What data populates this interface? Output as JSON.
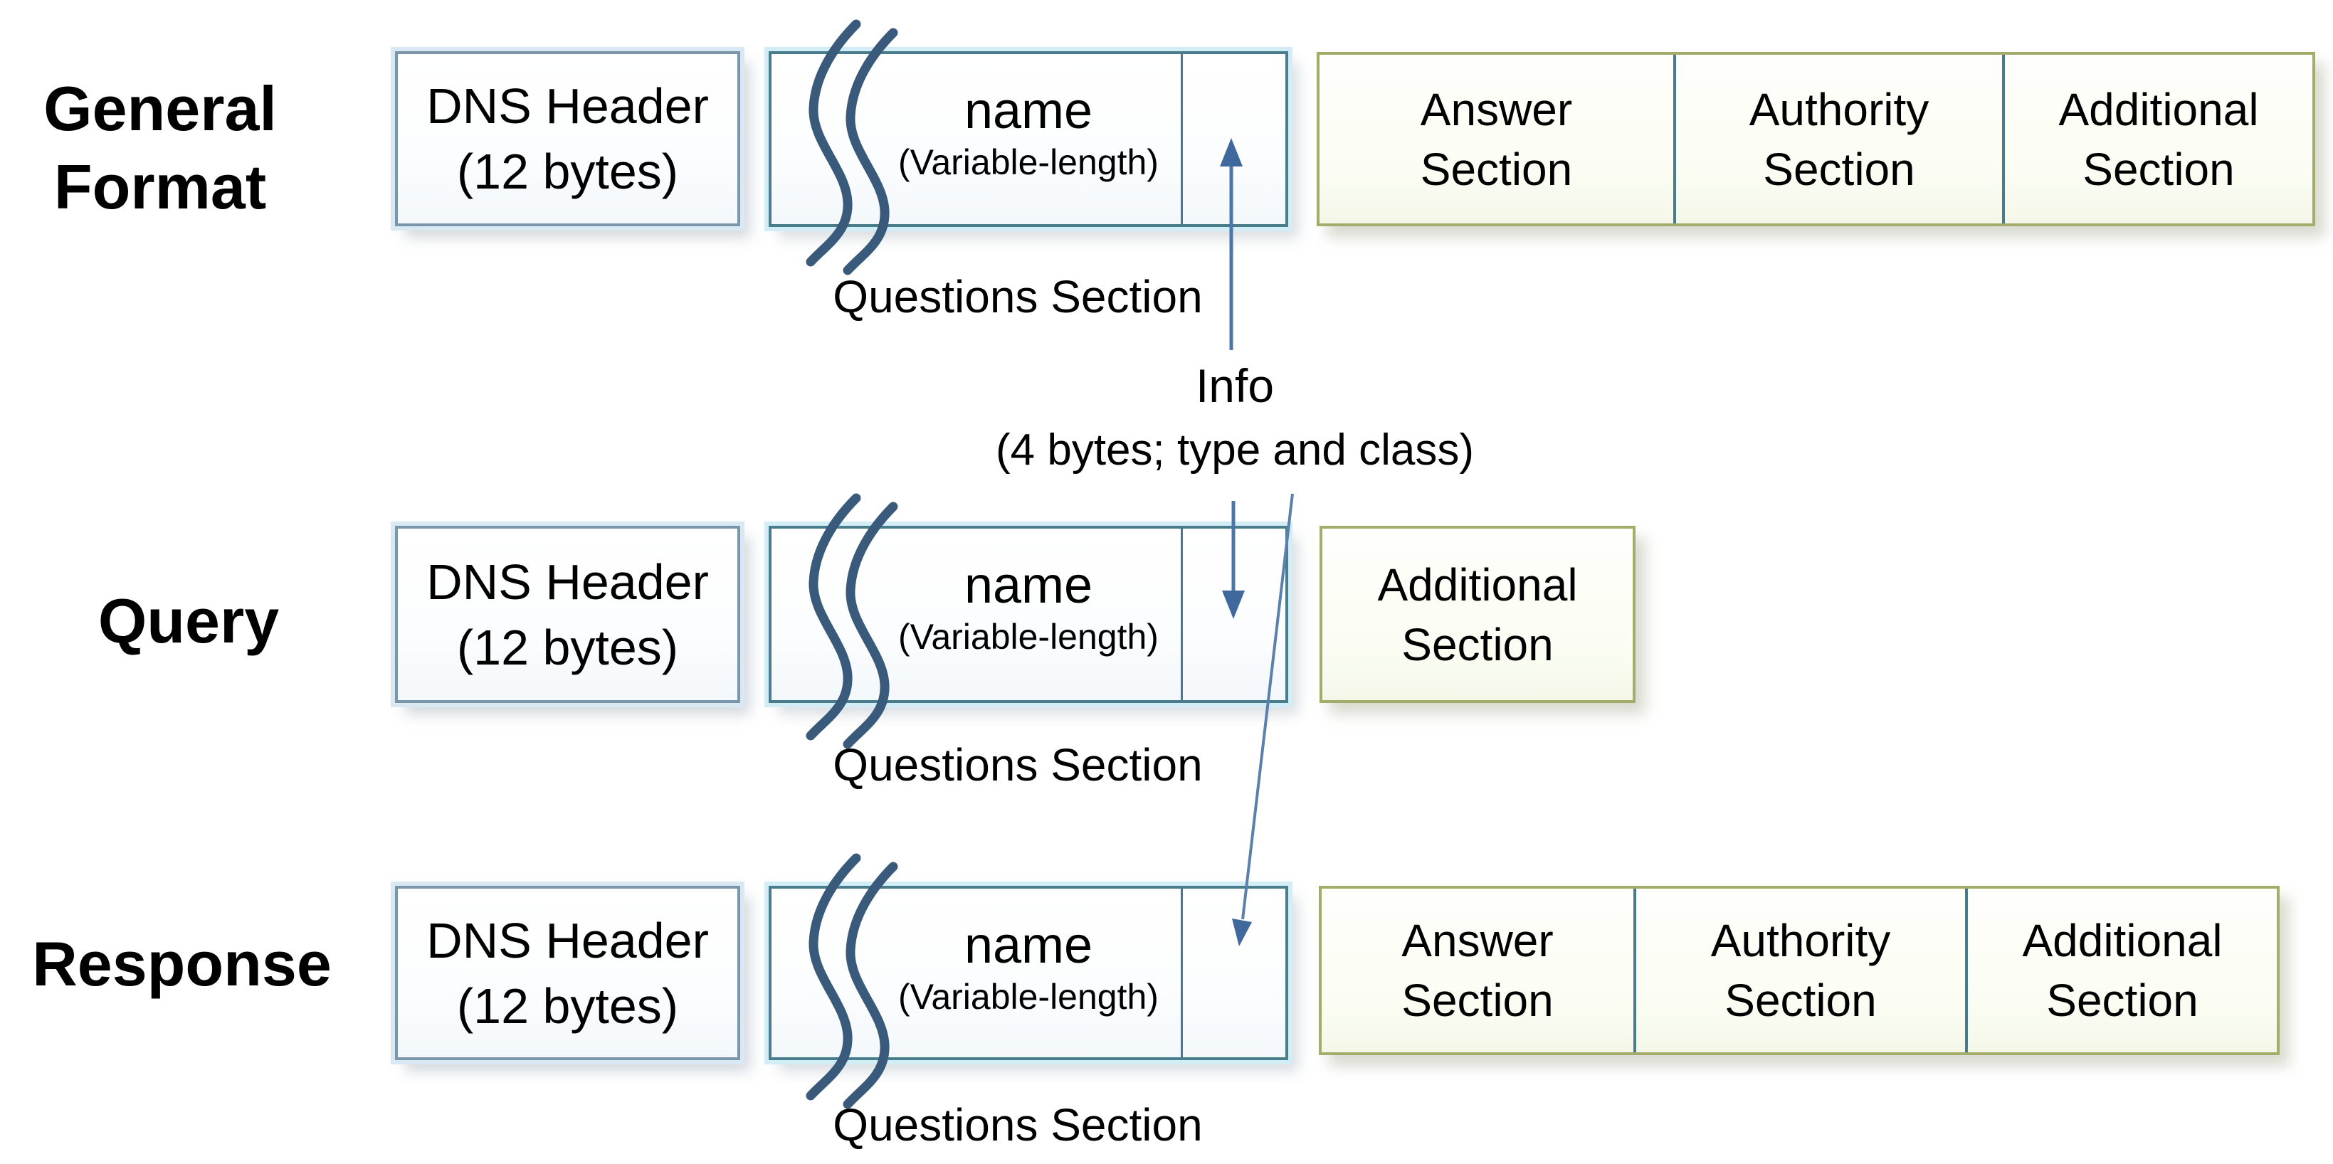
{
  "annotation": {
    "title": "Info",
    "detail": "(4 bytes; type and class)"
  },
  "colors": {
    "dns_box_border": "#7b95a9",
    "questions_box_border": "#4a7d8c",
    "sections_box_border": "#a5ac6b",
    "cell_divider": "#4a7a8e",
    "arrow_line": "#4b76a8",
    "arrow_head": "#3f689c",
    "squiggle": "#3a5a7c",
    "text": "#000000"
  },
  "rows": [
    {
      "id": "general-format",
      "label_lines": [
        "General",
        "Format"
      ],
      "dns_header": {
        "title": "DNS Header",
        "size": "(12 bytes)"
      },
      "name_field": {
        "title": "name",
        "subtitle": "(Variable-length)"
      },
      "caption": "Questions Section",
      "sections": [
        {
          "line1": "Answer",
          "line2": "Section"
        },
        {
          "line1": "Authority",
          "line2": "Section"
        },
        {
          "line1": "Additional",
          "line2": "Section"
        }
      ]
    },
    {
      "id": "query",
      "label_lines": [
        "Query"
      ],
      "dns_header": {
        "title": "DNS Header",
        "size": "(12 bytes)"
      },
      "name_field": {
        "title": "name",
        "subtitle": "(Variable-length)"
      },
      "caption": "Questions Section",
      "sections": [
        {
          "line1": "Additional",
          "line2": "Section"
        }
      ]
    },
    {
      "id": "response",
      "label_lines": [
        "Response"
      ],
      "dns_header": {
        "title": "DNS Header",
        "size": "(12 bytes)"
      },
      "name_field": {
        "title": "name",
        "subtitle": "(Variable-length)"
      },
      "caption": "Questions Section",
      "sections": [
        {
          "line1": "Answer",
          "line2": "Section"
        },
        {
          "line1": "Authority",
          "line2": "Section"
        },
        {
          "line1": "Additional",
          "line2": "Section"
        }
      ]
    }
  ]
}
